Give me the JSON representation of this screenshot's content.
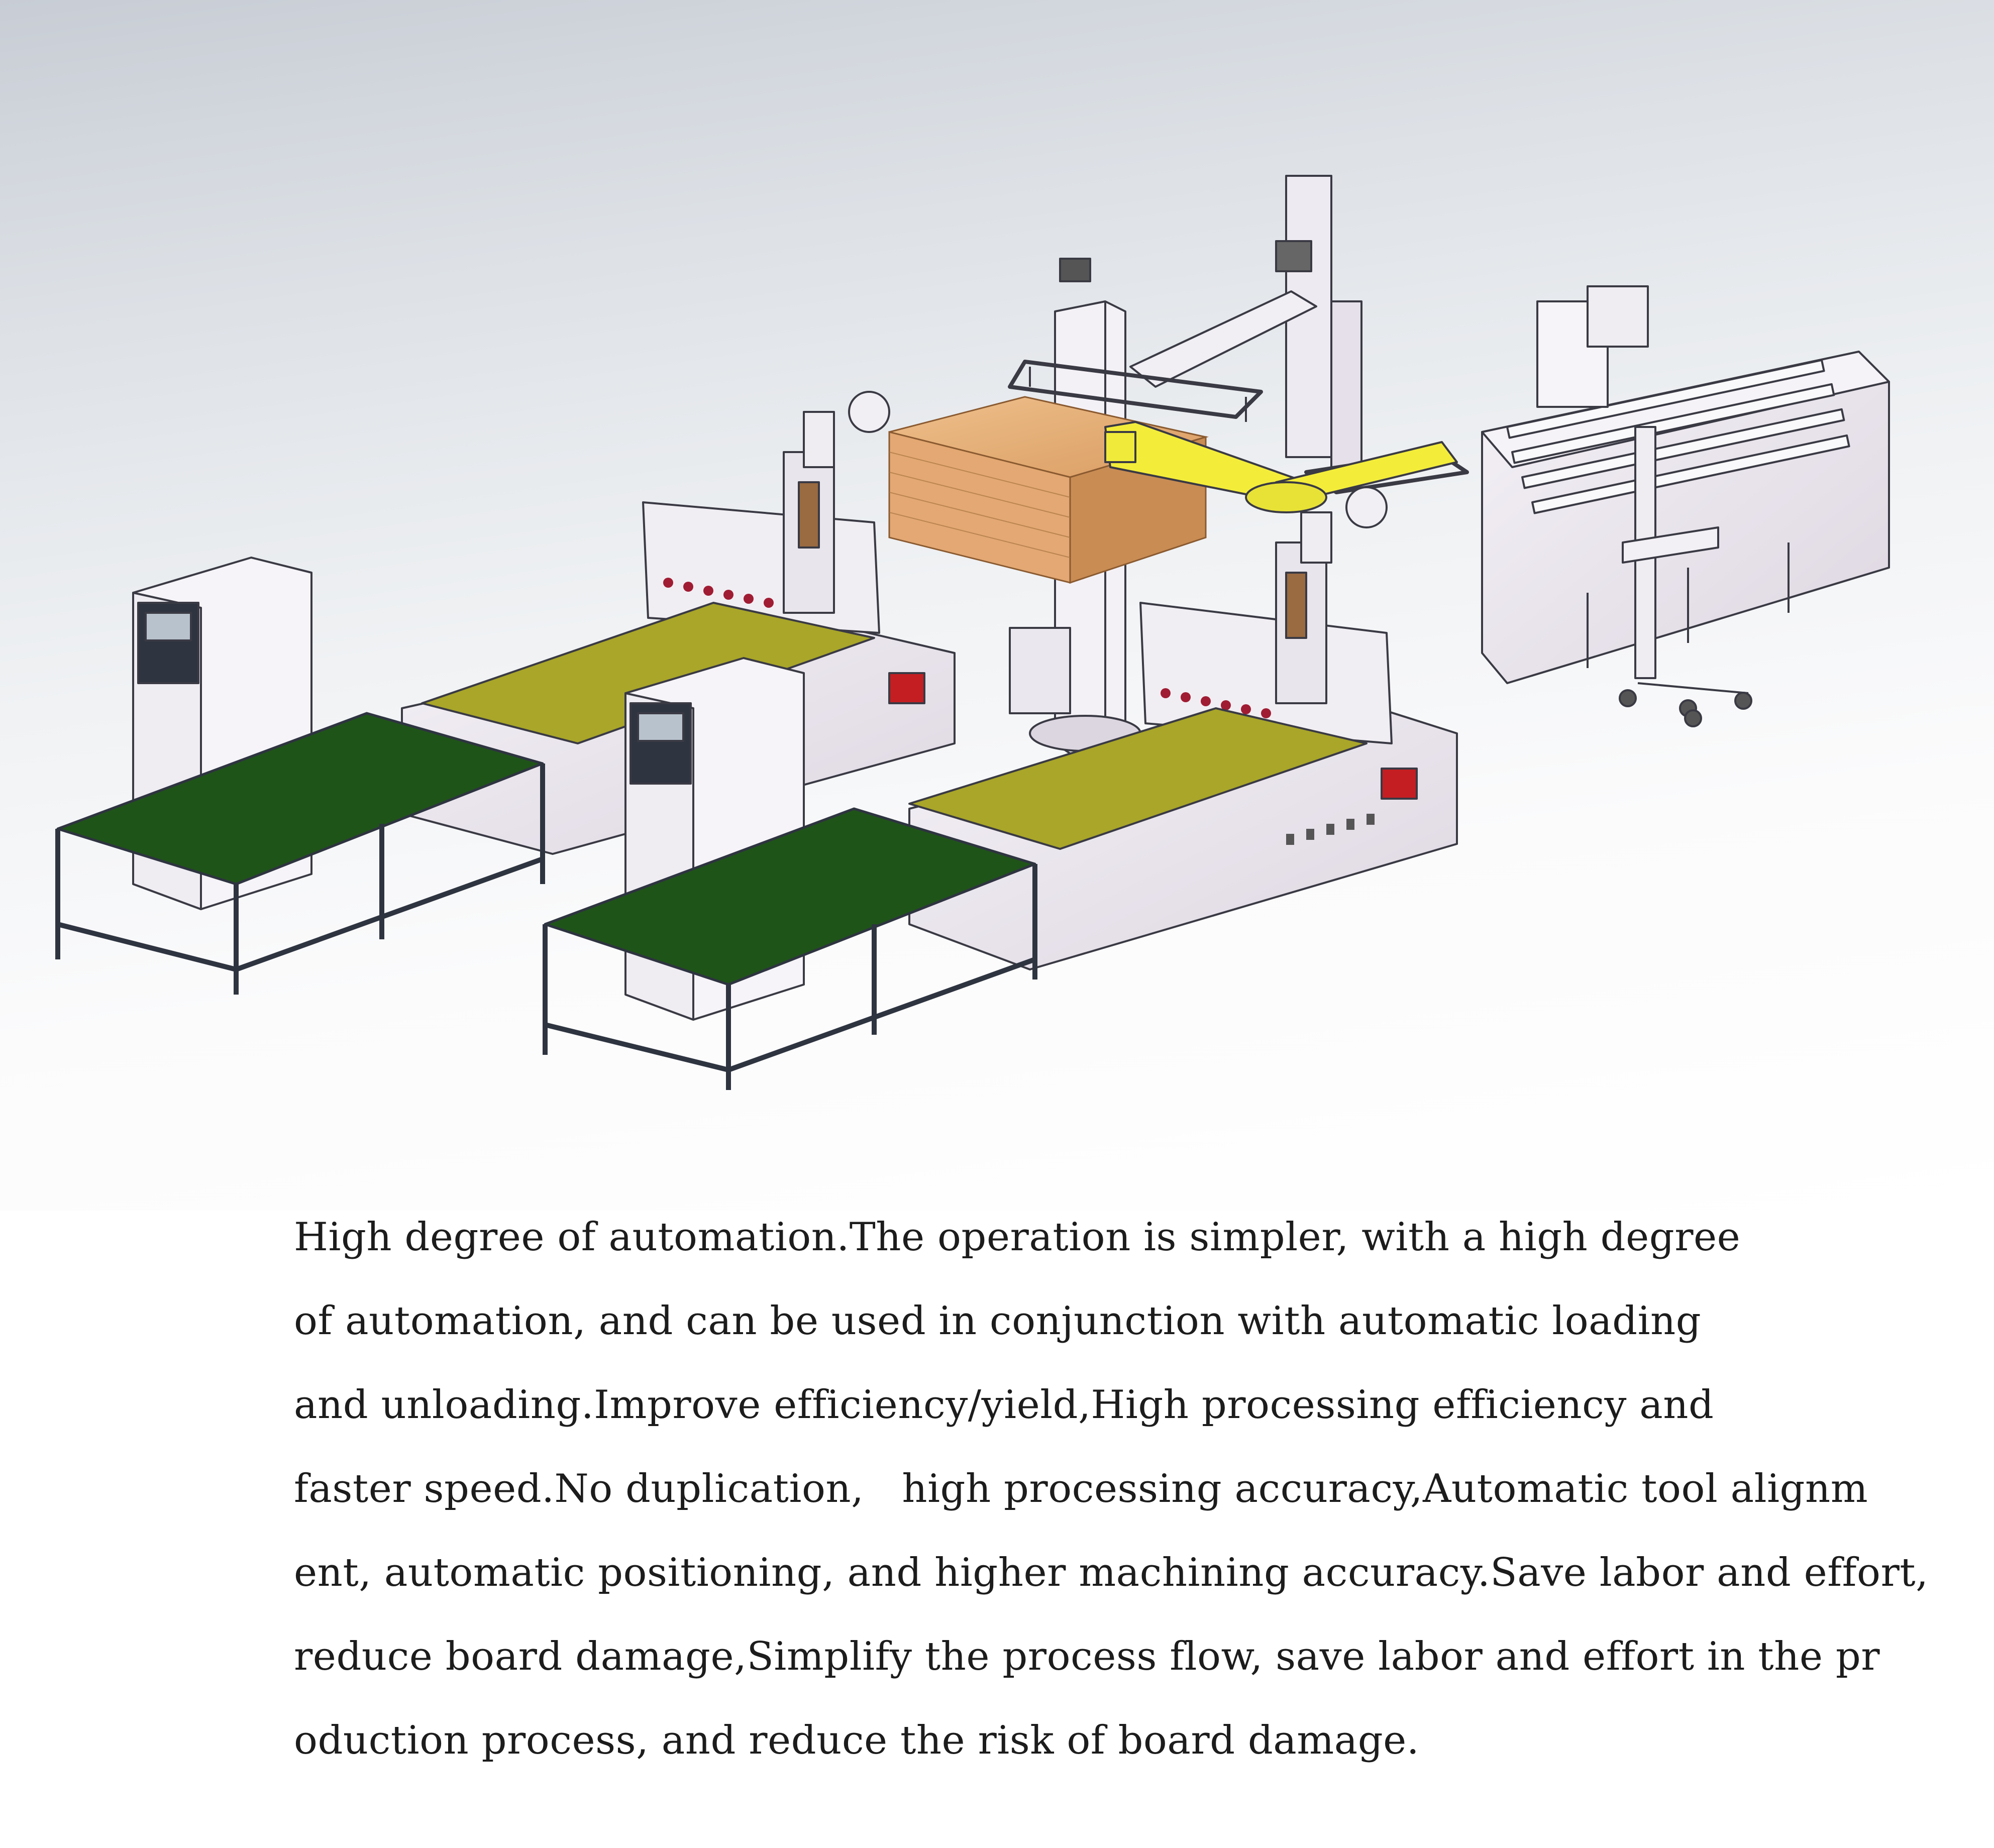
{
  "description": {
    "lines": [
      "High degree of automation.The operation is simpler, with a high degree",
      "of automation, and can be used in conjunction with automatic loading",
      "and unloading.Improve efficiency/yield,High processing efficiency and",
      "faster speed.No duplication,   high processing accuracy,Automatic tool alignm",
      "ent, automatic positioning, and higher machining accuracy.Save labor and effort,",
      "reduce board damage,Simplify the process flow, save labor and effort in the pr",
      "oduction process, and reduce the risk of board damage."
    ]
  },
  "illustration": {
    "subject": "automated CNC panel processing line with gantry loader, two CNC routers, outfeed tables and board stack",
    "colors": {
      "machine_body": "#ebe6ee",
      "machine_edge": "#3a3a44",
      "worktable_olive": "#a9a629",
      "outfeed_green": "#1f5418",
      "board_stack": "#e6b27e",
      "loader_arm_yellow": "#f3ed3a",
      "emergency_box_red": "#c41e22",
      "table_frame": "#2e3440"
    }
  }
}
